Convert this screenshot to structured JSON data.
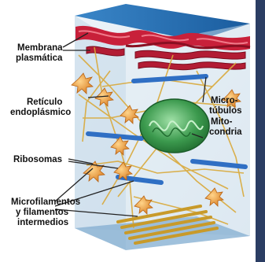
{
  "labels": {
    "membrana_1": "Membrana",
    "membrana_2": "plasmática",
    "reticulo_1": "Retículo",
    "reticulo_2": "endoplásmico",
    "ribosomas": "Ribosomas",
    "microfil_1": "Microfilamentos",
    "microfil_2": "y filamentos",
    "microfil_3": "intermedios",
    "microtub_1": "Micro-",
    "microtub_2": "túbulos",
    "mito_1": "Mito-",
    "mito_2": "condria"
  },
  "colors": {
    "edge_bar": "#2b3d63",
    "box_top": "#1d6fb8",
    "box_side": "#cfe0ee",
    "membrane": "#c8203a",
    "er": "#b21c34",
    "microtubule": "#2f6fc4",
    "mitochondria": "#3c9a4e",
    "ribosome_cell": "#e8902c",
    "filament": "#d9a93a",
    "text": "#111111"
  }
}
